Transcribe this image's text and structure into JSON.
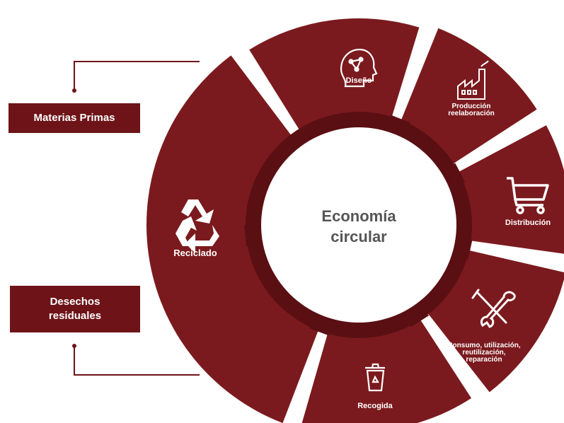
{
  "center": {
    "line1": "Economía",
    "line2": "circular"
  },
  "stages": [
    {
      "id": "diseno",
      "label": [
        "Diseño"
      ],
      "icon": "head-network-icon"
    },
    {
      "id": "produccion",
      "label": [
        "Producción",
        "reelaboración"
      ],
      "icon": "factory-icon"
    },
    {
      "id": "distribucion",
      "label": [
        "Distribución"
      ],
      "icon": "shopping-cart-icon"
    },
    {
      "id": "consumo",
      "label": [
        "Consumo, utilización,",
        "reutilización,",
        "reparación"
      ],
      "icon": "tools-icon"
    },
    {
      "id": "recogida",
      "label": [
        "Recogida"
      ],
      "icon": "recycle-bin-icon"
    },
    {
      "id": "reciclado",
      "label": [
        "Reciclado"
      ],
      "icon": "recycle-icon"
    }
  ],
  "side_boxes": {
    "top": "Materias Primas",
    "bottom_line1": "Desechos",
    "bottom_line2": "residuales"
  },
  "colors": {
    "segment": "#7b1a1e",
    "inner_ring": "#5a0f13",
    "box": "#6e1418",
    "text_dark": "#555555",
    "background": "#ffffff"
  }
}
